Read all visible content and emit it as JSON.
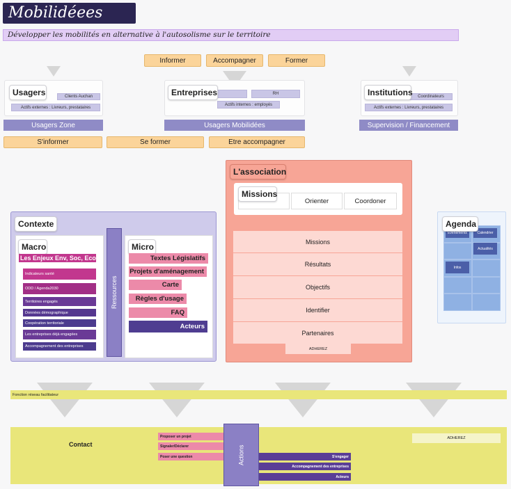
{
  "header": {
    "title": "Mobilidéees",
    "subtitle": "Développer les mobilités en alternative à l'autosolisme sur le territoire"
  },
  "top_actions": [
    "Informer",
    "Accompagner",
    "Former"
  ],
  "stakeholders": {
    "usagers": {
      "label": "Usagers",
      "tag1": "Clients Auchan",
      "tag2": "Actifs externes : Livreurs, prestataires",
      "bar": "Usagers Zone"
    },
    "entreprises": {
      "label": "Entreprises",
      "tag1": "",
      "tag2": "RH",
      "tag3": "Actifs internes : employés",
      "bar": "Usagers Mobilidées"
    },
    "institutions": {
      "label": "Institutions",
      "tag1": "Coordinateurs",
      "tag2": "Actifs externes : Livreurs, prestataires",
      "bar": "Supervision / Financement"
    }
  },
  "bottom_actions": [
    "S'informer",
    "Se former",
    "Etre accompagner"
  ],
  "contexte": {
    "label": "Contexte",
    "ressources": "Ressources",
    "macro": {
      "label": "Macro",
      "heading": "Les Enjeux Env, Soc, Eco",
      "items": [
        "Indicateurs santé",
        "ODD / Agenda2030",
        "Territoires engagés",
        "Données démographique",
        "Coopération territoriale",
        "Les entreprises déjà engagées",
        "Accompagnement des entreprises"
      ]
    },
    "micro": {
      "label": "Micro",
      "items": [
        "Textes Législatifs",
        "Projets d'aménagement",
        "Carte",
        "Règles d'usage",
        "FAQ",
        "Acteurs"
      ]
    }
  },
  "association": {
    "label": "L'association",
    "missions_label": "Missions",
    "missions_row": [
      "Orienter",
      "Coordoner"
    ],
    "rows": [
      "Missions",
      "Résultats",
      "Objectifs",
      "Identifier",
      "Partenaires"
    ],
    "adherez": "ADHEREZ"
  },
  "agenda": {
    "label": "Agenda",
    "buttons": [
      "Evènements",
      "Calendrier",
      "Actualités",
      "Infos"
    ]
  },
  "reseau": {
    "label": "Fonction réseau facilitateur"
  },
  "contact": {
    "label": "Contact",
    "pink_items": [
      "Proposer un projet",
      "Signaler/Déclarer",
      "Poser une question"
    ],
    "actions_label": "Actions",
    "purple_items": [
      "S'engager",
      "Accompagnement des entreprises",
      "Acteurs"
    ],
    "adherez": "ADHEREZ"
  },
  "colors": {
    "title_bg": "#2b2552",
    "orange": "#fbd49a",
    "purple": "#8f8bc6",
    "association": "#f7a596",
    "yellow": "#e9e67a",
    "agenda_grid": "#8fb1e3"
  }
}
